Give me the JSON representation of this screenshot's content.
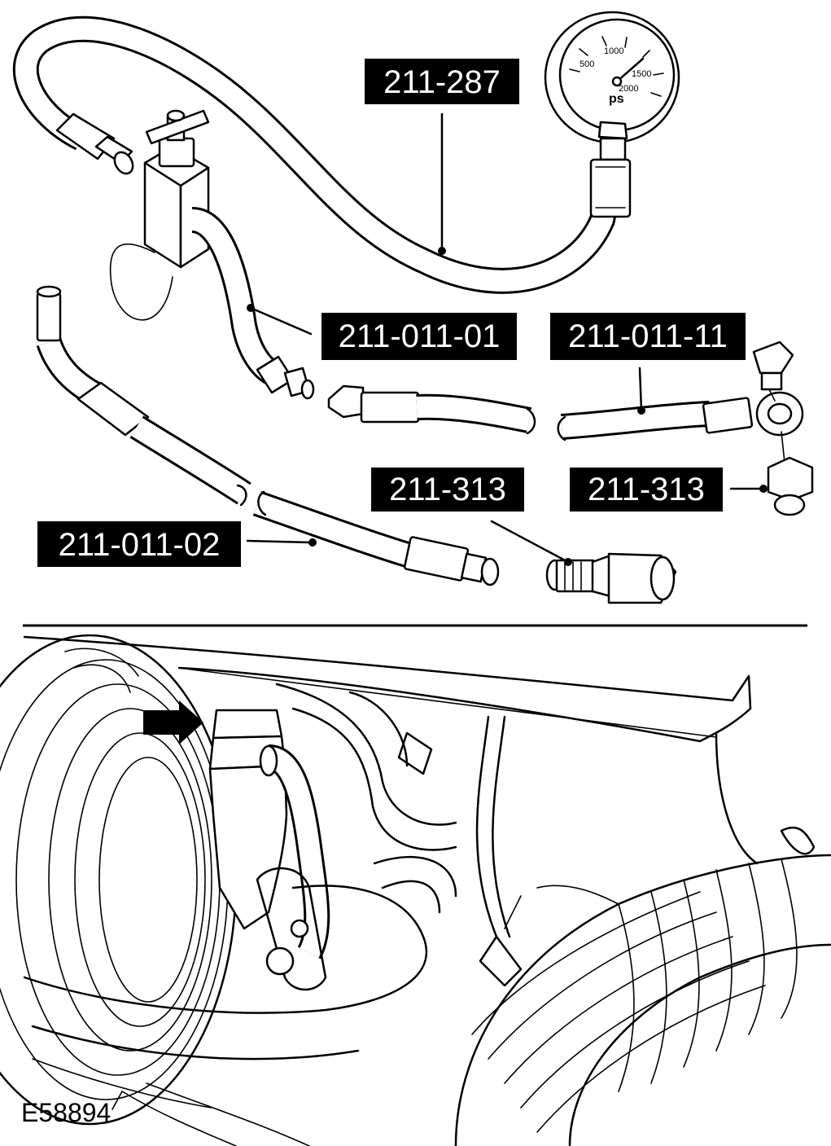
{
  "figure_id": "E58894",
  "callouts": {
    "gauge_assembly": "211-287",
    "hose_01": "211-011-01",
    "hose_11": "211-011-11",
    "adapter_upper_right": "211-313",
    "adapter_lower": "211-313",
    "hose_02": "211-011-02"
  },
  "gauge": {
    "scale_labels": [
      "500",
      "1000",
      "1500",
      "2000"
    ],
    "unit_mark": "ps"
  },
  "colors": {
    "line": "#000000",
    "label_bg": "#000000",
    "label_text": "#ffffff",
    "background": "#ffffff"
  },
  "icons": {
    "arrow": "arrow-right-icon"
  }
}
